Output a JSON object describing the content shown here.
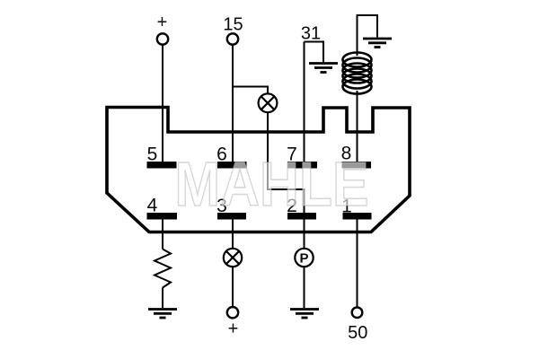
{
  "diagram": {
    "watermark": "MAHLE",
    "pins": {
      "p1": "1",
      "p2": "2",
      "p3": "3",
      "p4": "4",
      "p5": "5",
      "p6": "6",
      "p7": "7",
      "p8": "8"
    },
    "terminals": {
      "top_plus": "+",
      "ignition_15": "15",
      "ground_31": "31",
      "starter_50": "50",
      "bottom_plus": "+"
    },
    "symbols": {
      "pressure_switch_label": "P"
    },
    "icons": [
      "lamp-icon",
      "ground-icon",
      "coil-icon",
      "resistor-icon",
      "terminal-circle-icon",
      "pressure-switch-icon"
    ],
    "colors": {
      "line": "#000000",
      "background": "#ffffff",
      "watermark": "#e3e3e3"
    }
  }
}
